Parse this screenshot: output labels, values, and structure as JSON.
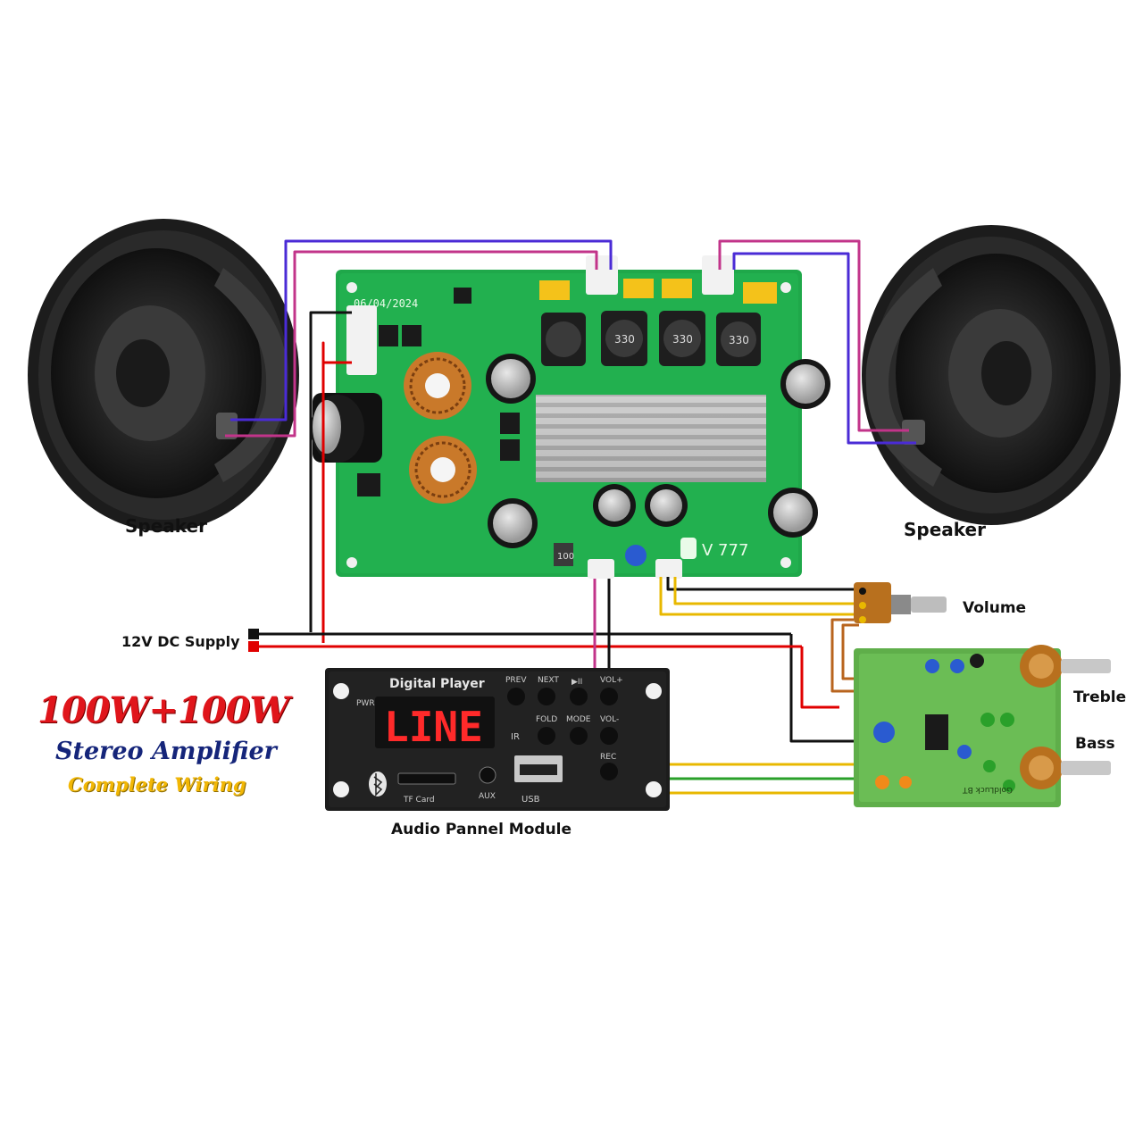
{
  "labels": {
    "speaker_left": "Speaker",
    "speaker_right": "Speaker",
    "supply": "12V DC Supply",
    "volume": "Volume",
    "treble": "Treble",
    "bass": "Bass",
    "audio_module": "Audio Pannel Module"
  },
  "title": {
    "line1": "100W+100W",
    "line2": "Stereo Amplifier",
    "line3": "Complete Wiring"
  },
  "amp_board": {
    "date": "06/04/2024",
    "model": "V 777",
    "inductor_text": "330",
    "inductor_small": "100"
  },
  "player": {
    "header": "Digital Player",
    "display": "LINE",
    "pwr": "PWR",
    "ir": "IR",
    "btn_prev": "PREV",
    "btn_next": "NEXT",
    "btn_play": "▶II",
    "btn_volup": "VOL+",
    "btn_fold": "FOLD",
    "btn_mode": "MODE",
    "btn_voldown": "VOL-",
    "btn_rec": "REC",
    "tf_card": "TF Card",
    "aux": "AUX",
    "usb": "USB"
  },
  "tone_board": {
    "brand": "GoldLuck BT"
  },
  "colors": {
    "wire_black": "#111111",
    "wire_red": "#e00000",
    "wire_purple": "#4a2bd6",
    "wire_magenta": "#c2348a",
    "wire_yellow": "#e8b800",
    "wire_green": "#2aa02a",
    "wire_brown": "#b8641e",
    "pcb_green": "#1fa84a"
  }
}
